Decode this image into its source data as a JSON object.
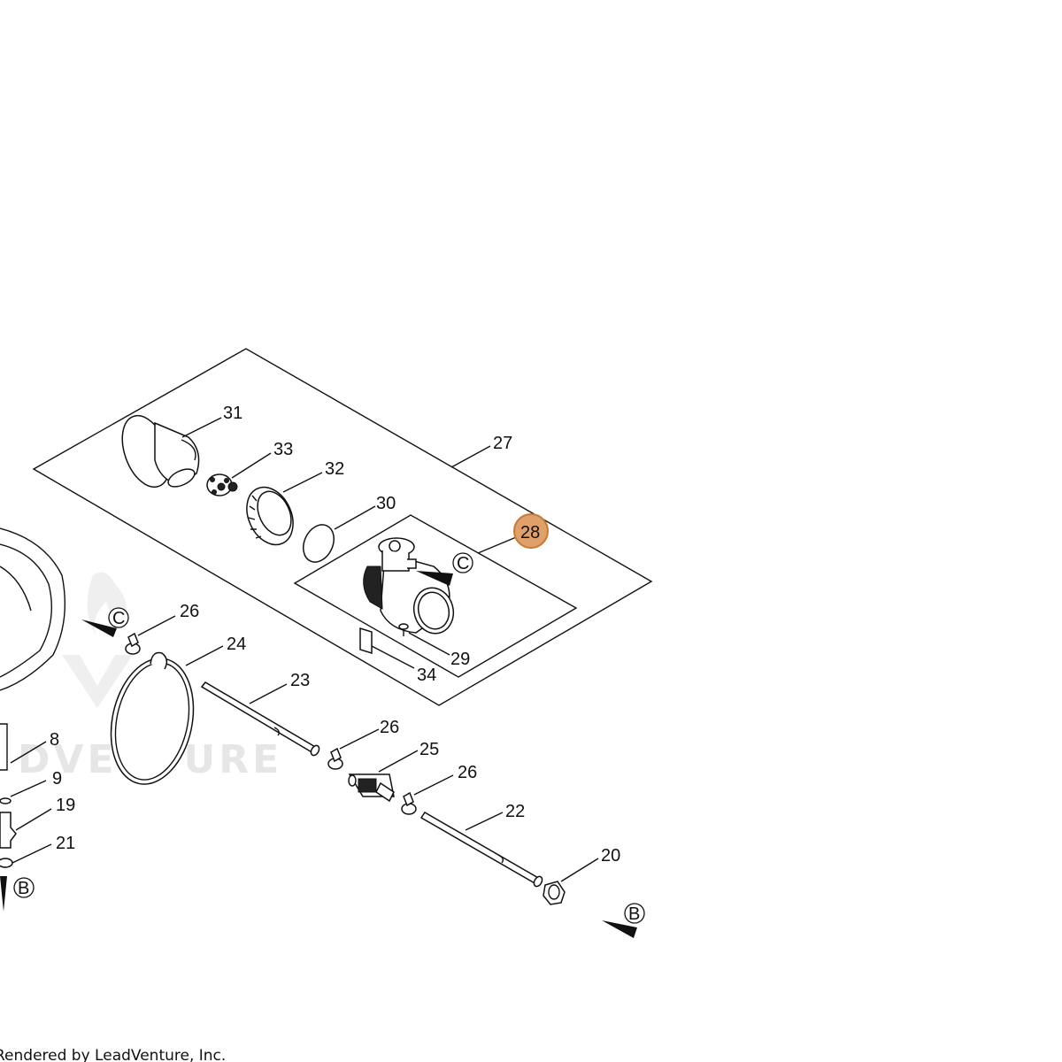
{
  "diagram": {
    "callouts": [
      {
        "id": "c31",
        "label": "31"
      },
      {
        "id": "c33",
        "label": "33"
      },
      {
        "id": "c32",
        "label": "32"
      },
      {
        "id": "c27",
        "label": "27"
      },
      {
        "id": "c30",
        "label": "30"
      },
      {
        "id": "c28",
        "label": "28",
        "highlighted": true
      },
      {
        "id": "c29",
        "label": "29"
      },
      {
        "id": "c34",
        "label": "34"
      },
      {
        "id": "c26a",
        "label": "26"
      },
      {
        "id": "c24",
        "label": "24"
      },
      {
        "id": "c23",
        "label": "23"
      },
      {
        "id": "c26b",
        "label": "26"
      },
      {
        "id": "c25",
        "label": "25"
      },
      {
        "id": "c26c",
        "label": "26"
      },
      {
        "id": "c22",
        "label": "22"
      },
      {
        "id": "c20",
        "label": "20"
      },
      {
        "id": "c8",
        "label": "8"
      },
      {
        "id": "c9",
        "label": "9"
      },
      {
        "id": "c19",
        "label": "19"
      },
      {
        "id": "c21",
        "label": "21"
      }
    ],
    "connectors": {
      "c_inner": "C",
      "c_left": "C",
      "b_left": "B",
      "b_right": "B"
    },
    "highlight_color": "#E0A06A",
    "highlight_stroke": "#C87832",
    "watermark": "DVENTURE",
    "footer": "Rendered by LeadVenture, Inc."
  }
}
